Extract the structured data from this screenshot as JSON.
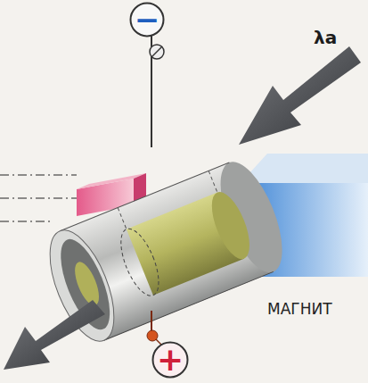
{
  "diagram": {
    "nodes": [
      {
        "text": [
          "−"
        ]
      },
      {
        "text": [
          "+"
        ]
      }
    ],
    "labels": [
      "λa",
      "МАГНИТ"
    ]
  }
}
